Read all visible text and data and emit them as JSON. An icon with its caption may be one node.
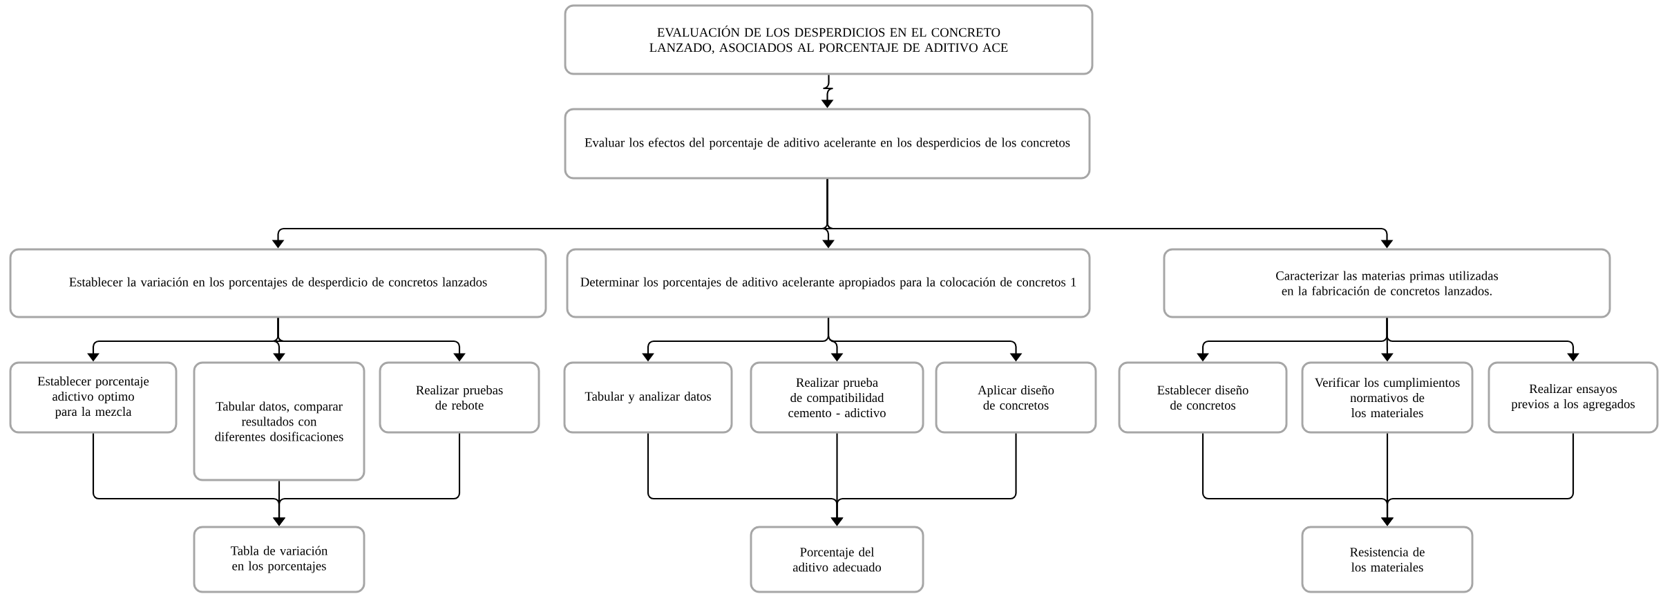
{
  "diagram": {
    "nodes": [
      {
        "text": [
          "EVALUACIÓN DE LOS DESPERDICIOS EN EL CONCRETO LANZADO, ASOCIADOS AL PORCENTAJE DE ADITIVO ACE"
        ]
      },
      {
        "text": [
          "Evaluar los efectos del porcentaje de aditivo acelerante en los desperdicios de los concretos"
        ]
      },
      {
        "text": [
          "Establecer la variación en los porcentajes de desperdicio de concretos lanzados"
        ]
      },
      {
        "text": [
          "Determinar los porcentajes de aditivo acelerante apropiados para la colocación de concretos 1"
        ]
      },
      {
        "text": [
          "Caracterizar las materias primas utilizadas en la fabricación de concretos lanzados."
        ]
      },
      {
        "text": [
          "Establecer porcentaje adictivo optimo para la mezcla"
        ]
      },
      {
        "text": [
          "Tabular datos, comparar resultados con diferentes dosificaciones"
        ]
      },
      {
        "text": [
          "Realizar pruebas de rebote"
        ]
      },
      {
        "text": [
          "Tabular y analizar datos"
        ]
      },
      {
        "text": [
          "Realizar prueba de compatibilidad cemento - adictivo"
        ]
      },
      {
        "text": [
          "Aplicar diseño de concretos"
        ]
      },
      {
        "text": [
          "Establecer diseño de concretos"
        ]
      },
      {
        "text": [
          "Verificar los cumplimientos normativos de los materiales"
        ]
      },
      {
        "text": [
          "Realizar ensayos previos a los agregados"
        ]
      },
      {
        "text": [
          "Tabla de variación en los porcentajes"
        ]
      },
      {
        "text": [
          "Porcentaje del aditivo adecuado"
        ]
      },
      {
        "text": [
          "Resistencia de los materiales"
        ]
      }
    ],
    "edges": [
      {
        "from": 0,
        "to": 1,
        "arrow": "to"
      },
      {
        "from": 1,
        "to": 2,
        "arrow": "to"
      },
      {
        "from": 1,
        "to": 3,
        "arrow": "to"
      },
      {
        "from": 1,
        "to": 4,
        "arrow": "to"
      },
      {
        "from": 2,
        "to": 5,
        "arrow": "to"
      },
      {
        "from": 2,
        "to": 6,
        "arrow": "to"
      },
      {
        "from": 2,
        "to": 7,
        "arrow": "to"
      },
      {
        "from": 3,
        "to": 8,
        "arrow": "to"
      },
      {
        "from": 3,
        "to": 9,
        "arrow": "to"
      },
      {
        "from": 3,
        "to": 10,
        "arrow": "to"
      },
      {
        "from": 4,
        "to": 11,
        "arrow": "to"
      },
      {
        "from": 4,
        "to": 12,
        "arrow": "to"
      },
      {
        "from": 4,
        "to": 13,
        "arrow": "to"
      },
      {
        "from": 5,
        "to": 14,
        "arrow": "to"
      },
      {
        "from": 6,
        "to": 14,
        "arrow": "to"
      },
      {
        "from": 7,
        "to": 14,
        "arrow": "to"
      },
      {
        "from": 8,
        "to": 15,
        "arrow": "to"
      },
      {
        "from": 9,
        "to": 15,
        "arrow": "to"
      },
      {
        "from": 10,
        "to": 15,
        "arrow": "to"
      },
      {
        "from": 11,
        "to": 16,
        "arrow": "to"
      },
      {
        "from": 12,
        "to": 16,
        "arrow": "to"
      },
      {
        "from": 13,
        "to": 16,
        "arrow": "to"
      }
    ]
  }
}
